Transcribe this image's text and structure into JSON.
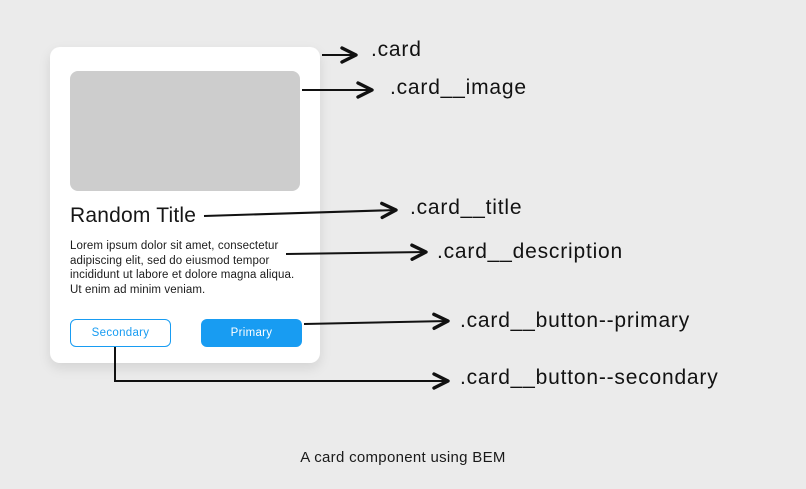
{
  "card": {
    "title": "Random Title",
    "description": "Lorem ipsum dolor sit amet, consectetur adipiscing elit, sed do eiusmod tempor incididunt ut labore et dolore magna aliqua. Ut enim ad minim veniam.",
    "buttons": {
      "secondary": "Secondary",
      "primary": "Primary"
    }
  },
  "labels": {
    "card": ".card",
    "image": ".card__image",
    "title": ".card__title",
    "description": ".card__description",
    "button_primary": ".card__button--primary",
    "button_secondary": ".card__button--secondary"
  },
  "caption": "A card component using BEM",
  "colors": {
    "background": "#ebebeb",
    "card_bg": "#ffffff",
    "image_placeholder": "#cdcdcd",
    "primary": "#189cf2",
    "arrow": "#111111"
  }
}
